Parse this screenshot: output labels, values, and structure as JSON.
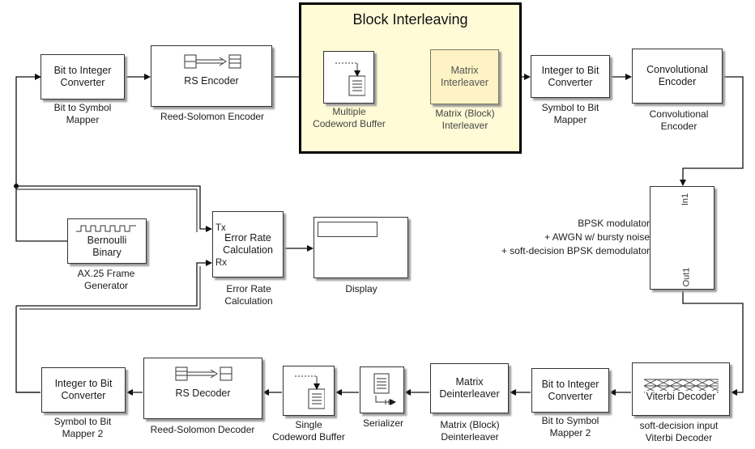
{
  "group": {
    "title": "Block Interleaving"
  },
  "blocks": {
    "bit_to_int": {
      "line1": "Bit to Integer",
      "line2": "Converter",
      "cap1": "Bit to Symbol",
      "cap2": "Mapper"
    },
    "rs_encoder": {
      "label": "RS Encoder",
      "cap": "Reed-Solomon Encoder"
    },
    "multi_buf": {
      "cap1": "Multiple",
      "cap2": "Codeword Buffer"
    },
    "matrix_int": {
      "line1": "Matrix",
      "line2": "Interleaver",
      "cap1": "Matrix (Block)",
      "cap2": "Interleaver"
    },
    "int_to_bit": {
      "line1": "Integer to Bit",
      "line2": "Converter",
      "cap1": "Symbol to Bit",
      "cap2": "Mapper"
    },
    "conv_enc": {
      "line1": "Convolutional",
      "line2": "Encoder",
      "cap1": "Convolutional",
      "cap2": "Encoder"
    },
    "bernoulli": {
      "line1": "Bernoulli",
      "line2": "Binary",
      "cap1": "AX.25 Frame",
      "cap2": "Generator"
    },
    "err_rate": {
      "port_tx": "Tx",
      "port_rx": "Rx",
      "line1": "Error Rate",
      "line2": "Calculation",
      "cap1": "Error Rate",
      "cap2": "Calculation"
    },
    "display": {
      "cap": "Display"
    },
    "subsystem": {
      "port_in": "In1",
      "port_out": "Out1",
      "line1": "BPSK modulator",
      "line2": "+ AWGN w/ bursty noise",
      "line3": "+ soft-decision BPSK demodulator"
    },
    "int_to_bit2": {
      "line1": "Integer to Bit",
      "line2": "Converter",
      "cap1": "Symbol to Bit",
      "cap2": "Mapper 2"
    },
    "rs_decoder": {
      "label": "RS Decoder",
      "cap": "Reed-Solomon Decoder"
    },
    "single_buf": {
      "cap1": "Single",
      "cap2": "Codeword Buffer"
    },
    "serializer": {
      "cap": "Serializer"
    },
    "matrix_deint": {
      "line1": "Matrix",
      "line2": "Deinterleaver",
      "cap1": "Matrix (Block)",
      "cap2": "Deinterleaver"
    },
    "bit_to_int2": {
      "line1": "Bit to Integer",
      "line2": "Converter",
      "cap1": "Bit to Symbol",
      "cap2": "Mapper 2"
    },
    "viterbi": {
      "label": "Viterbi Decoder",
      "cap1": "soft-decision input",
      "cap2": "Viterbi Decoder"
    }
  }
}
